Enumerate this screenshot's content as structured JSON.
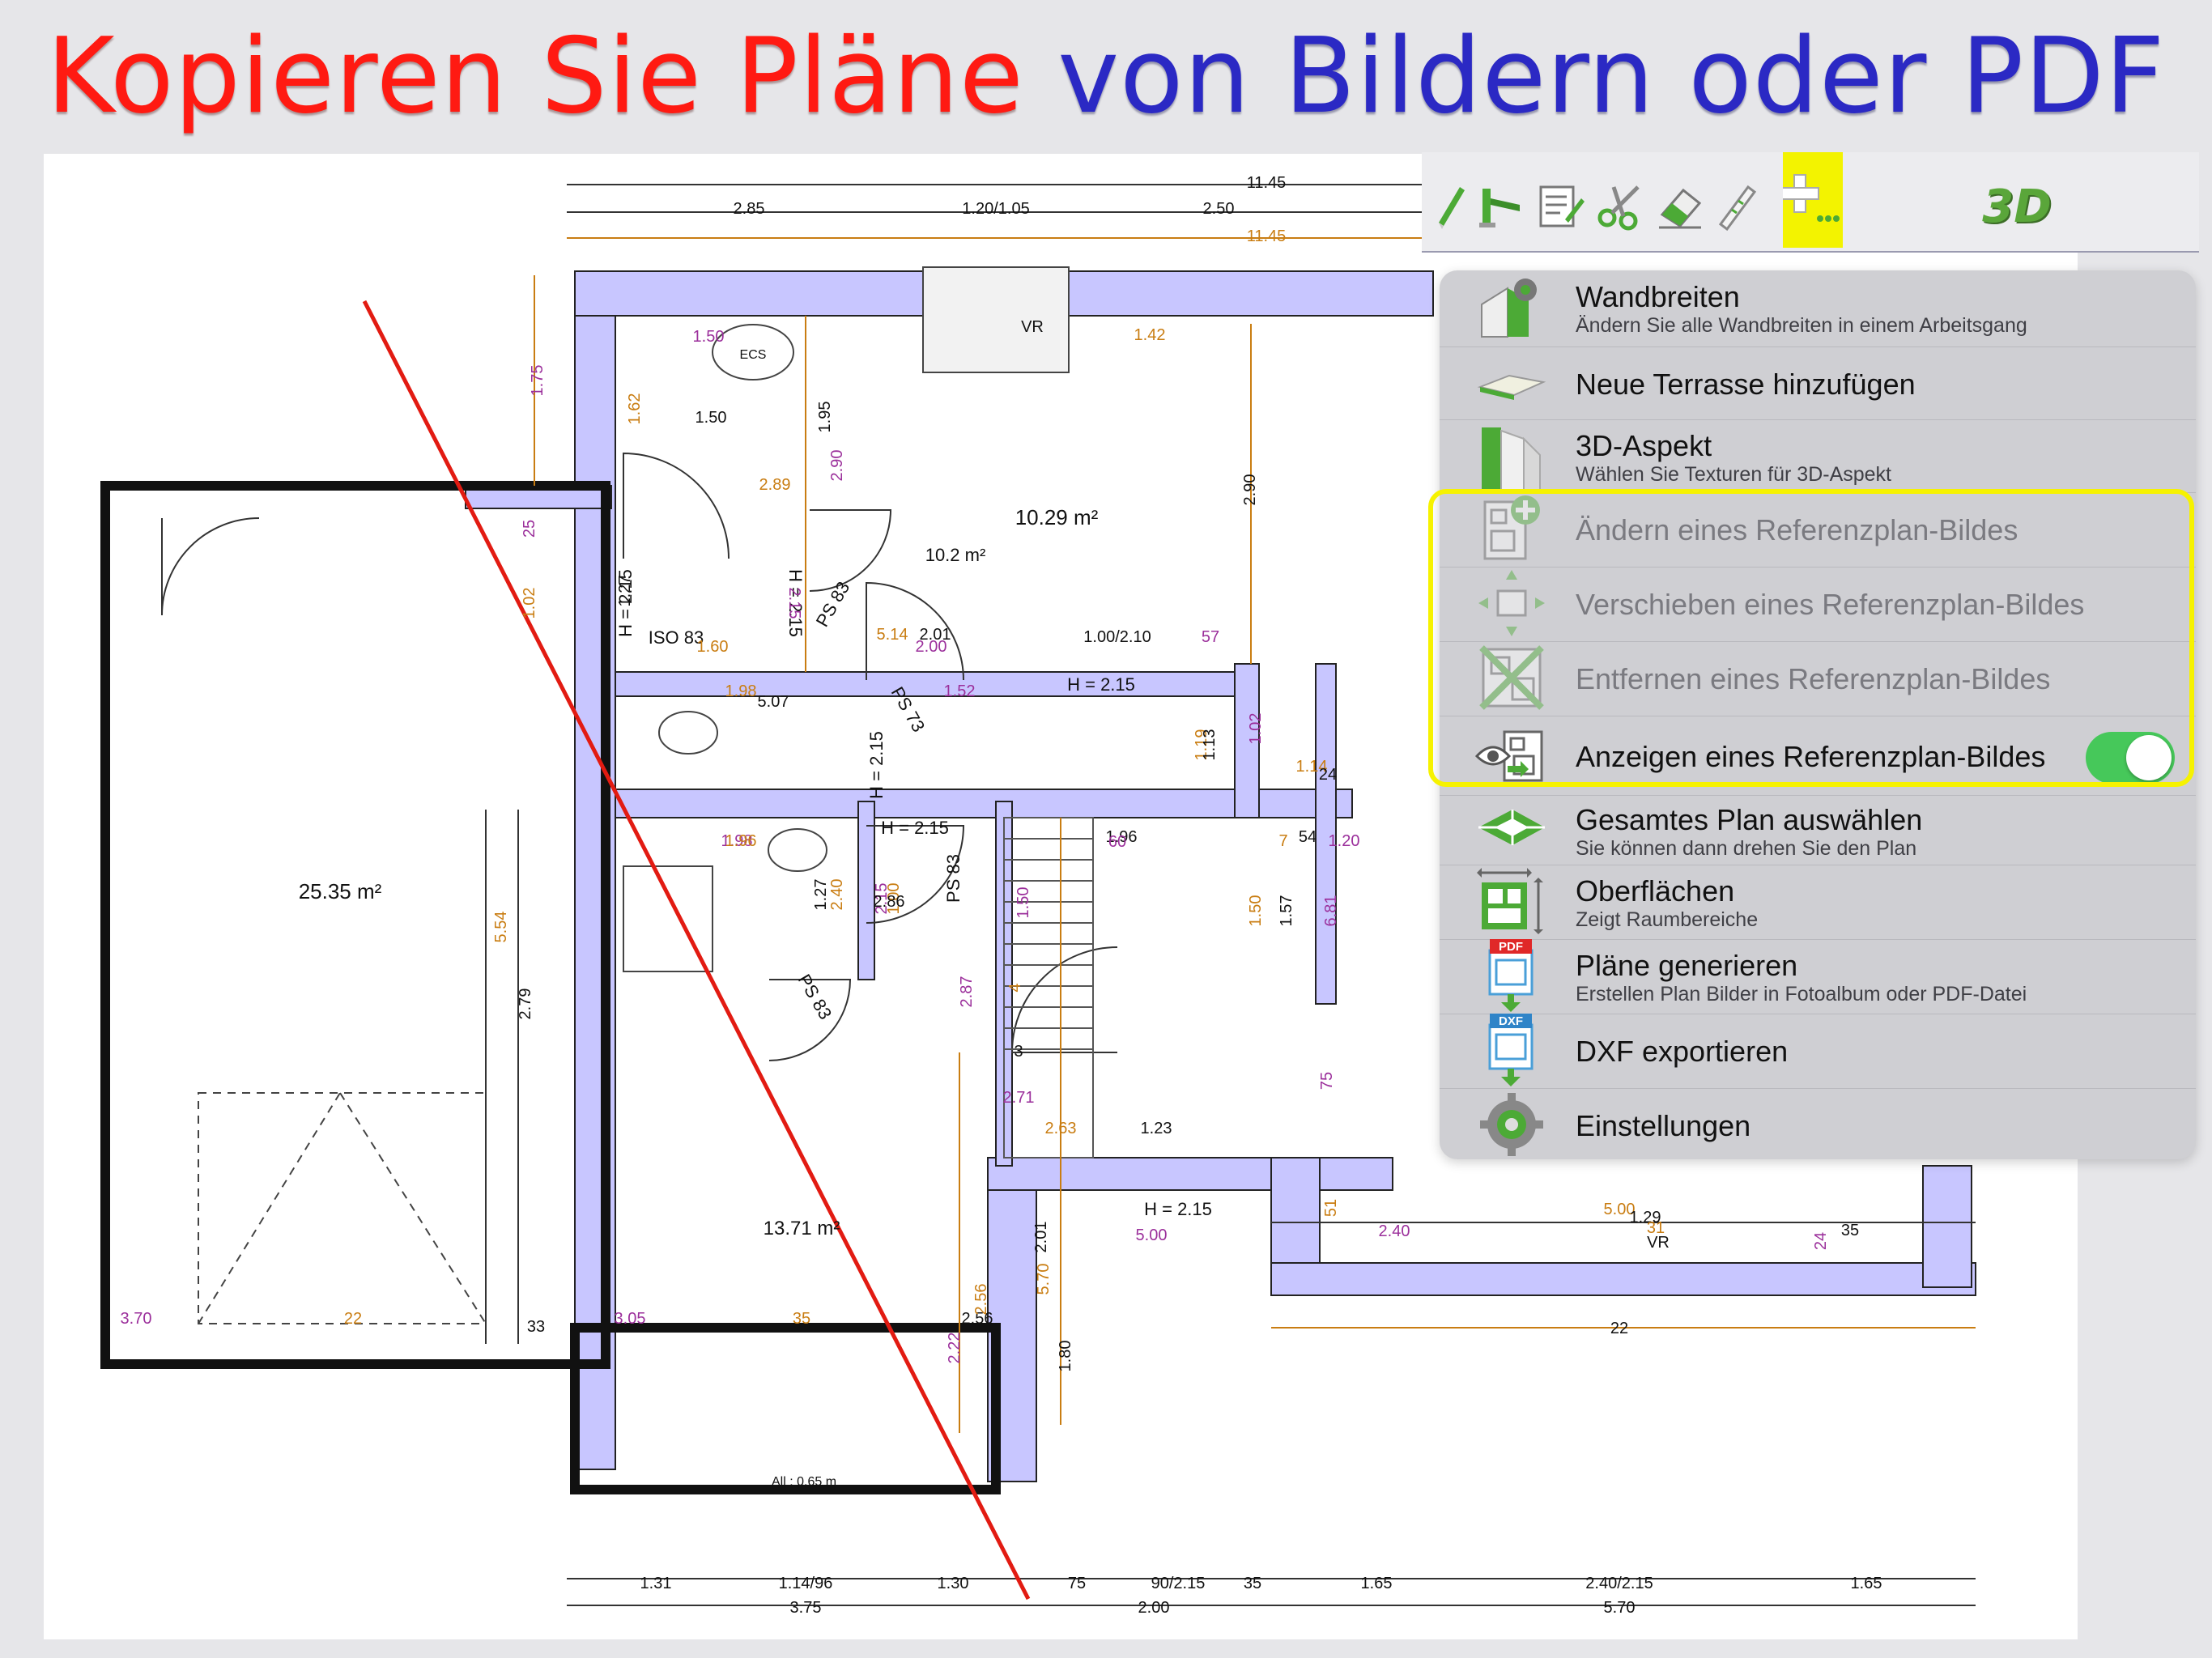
{
  "headline": {
    "part1": "Kopieren Sie Pläne",
    "part2": "von Bildern oder PDF"
  },
  "colors": {
    "headline_red": "#ff1a12",
    "headline_blue": "#2b29c4",
    "wall_fill": "#c8c6ff",
    "dimension_orange": "#c97d12",
    "dimension_purple": "#9b2f9b",
    "highlight_yellow": "#f6f200",
    "toggle_green": "#46c85a",
    "diagonal_red": "#e21b12"
  },
  "toolbar": {
    "tools": [
      "wall-tool-icon",
      "beam-tool-icon",
      "note-tool-icon",
      "scissors-icon",
      "eraser-icon",
      "ruler-icon",
      "add-more-icon",
      "3d-view-icon"
    ],
    "active_tool": "add-more-icon",
    "view3d_label": "3D"
  },
  "menu": {
    "items": [
      {
        "title": "Wandbreiten",
        "subtitle": "Ändern Sie alle Wandbreiten in einem Arbeitsgang",
        "icon": "wall-width-icon",
        "enabled": true
      },
      {
        "title": "Neue Terrasse hinzufügen",
        "subtitle": "",
        "icon": "terrace-icon",
        "enabled": true
      },
      {
        "title": "3D-Aspekt",
        "subtitle": "Wählen Sie Texturen für 3D-Aspekt",
        "icon": "texture-palette-icon",
        "enabled": true
      },
      {
        "title": "Ändern eines Referenzplan-Bildes",
        "subtitle": "",
        "icon": "reference-plan-add-icon",
        "enabled": false
      },
      {
        "title": "Verschieben eines Referenzplan-Bildes",
        "subtitle": "",
        "icon": "reference-plan-move-icon",
        "enabled": false
      },
      {
        "title": "Entfernen eines Referenzplan-Bildes",
        "subtitle": "",
        "icon": "reference-plan-remove-icon",
        "enabled": false
      },
      {
        "title": "Anzeigen eines Referenzplan-Bildes",
        "subtitle": "",
        "icon": "reference-plan-view-icon",
        "enabled": true,
        "toggle_on": true
      },
      {
        "title": "Gesamtes Plan auswählen",
        "subtitle": "Sie können dann drehen Sie den Plan",
        "icon": "select-plan-icon",
        "enabled": true
      },
      {
        "title": "Oberflächen",
        "subtitle": "Zeigt Raumbereiche",
        "icon": "surfaces-icon",
        "enabled": true
      },
      {
        "title": "Pläne generieren",
        "subtitle": "Erstellen Plan Bilder in Fotoalbum oder PDF-Datei",
        "icon": "pdf-export-icon",
        "enabled": true,
        "badge": "PDF"
      },
      {
        "title": "DXF exportieren",
        "subtitle": "",
        "icon": "dxf-export-icon",
        "enabled": true,
        "badge": "DXF"
      },
      {
        "title": "Einstellungen",
        "subtitle": "",
        "icon": "settings-gear-icon",
        "enabled": true
      }
    ]
  },
  "plan": {
    "areas": [
      "25.35 m²",
      "10.29 m²",
      "10.2 m²",
      "13.71 m²"
    ],
    "labels": [
      "ECS",
      "VR",
      "VR",
      "ISO 83",
      "PS 83",
      "PS 73",
      "PS 83",
      "PS 83",
      "H = 2.15",
      "H = 2.15",
      "H = 2.15",
      "H = 2.15",
      "H = 2.15",
      "H = 2.15",
      "All : 0.65 m"
    ],
    "dims_top": [
      "11.45",
      "2.85",
      "1.20/1.05",
      "2.50",
      "11.45"
    ],
    "dims_bottom_row1": [
      "1.31",
      "1.14/96",
      "1.30",
      "75",
      "90/2.15",
      "35",
      "1.65",
      "2.40/2.15",
      "1.65"
    ],
    "dims_bottom_row2": [
      "3.75",
      "2.00",
      "5.70"
    ],
    "dims_misc": [
      "1.50",
      "1.42",
      "1.50",
      "1.75",
      "1.62",
      "1.95",
      "2.90",
      "2.89",
      "2.90",
      "25",
      "1.02",
      "1.27",
      "2.15",
      "5.14",
      "2.01",
      "2.00",
      "1.60",
      "1.00/2.10",
      "57",
      "1.98",
      "5.07",
      "1.52",
      "1.19",
      "1.13",
      "1.02",
      "1.14",
      "24",
      "1.98",
      "1.96",
      "1.96",
      "60",
      "7",
      "54",
      "1.20",
      "2.40",
      "1.27",
      "2.15",
      "1.00",
      "2.86",
      "1.50",
      "1.50",
      "1.57",
      "6.81",
      "5.54",
      "2.79",
      "2.87",
      "4",
      "3",
      "2.71",
      "2.63",
      "1.23",
      "75",
      "51",
      "2.01",
      "5.00",
      "5.00",
      "1.29",
      "2.40",
      "31",
      "35",
      "24",
      "5.70",
      "22",
      "3.70",
      "22",
      "33",
      "3.05",
      "35",
      "2.56",
      "2.22",
      "2.56",
      "1.80"
    ]
  }
}
